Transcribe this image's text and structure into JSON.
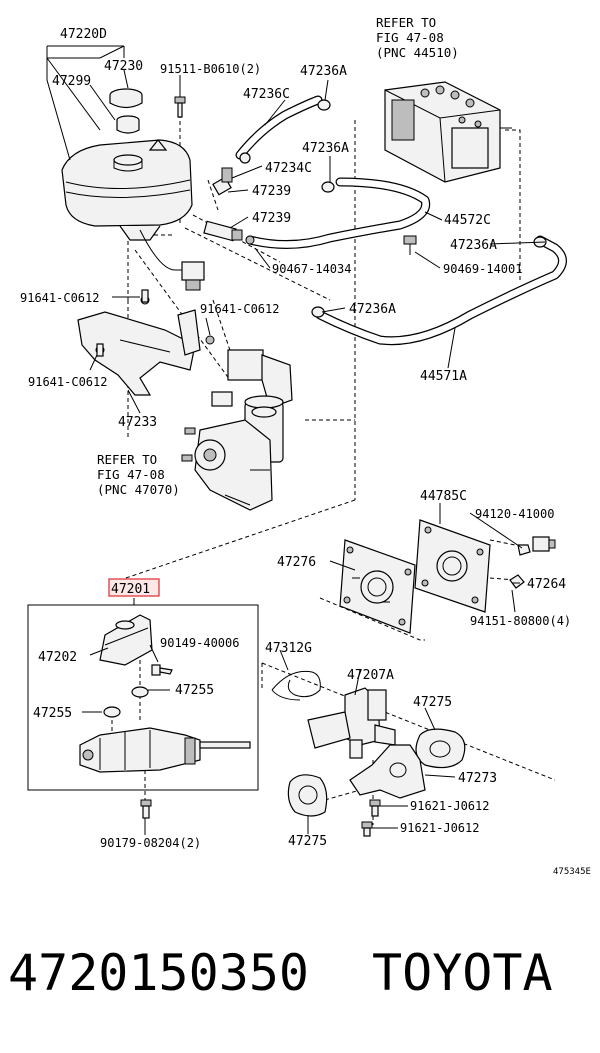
{
  "diagram": {
    "labels": {
      "p47220D": "47220D",
      "p47230": "47230",
      "p47299": "47299",
      "p91511": "91511-B0610(2)",
      "p47236A_1": "47236A",
      "p47236C": "47236C",
      "p47236A_2": "47236A",
      "p47234C": "47234C",
      "p47239_1": "47239",
      "p47239_2": "47239",
      "p44572C": "44572C",
      "p47236A_3": "47236A",
      "p90467": "90467-14034",
      "p90469": "90469-14001",
      "p91641_1": "91641-C0612",
      "p91641_2": "91641-C0612",
      "p91641_3": "91641-C0612",
      "p47236A_4": "47236A",
      "p44571A": "44571A",
      "p47233": "47233",
      "p44785C": "44785C",
      "p94120": "94120-41000",
      "p47276": "47276",
      "p47264": "47264",
      "p94151": "94151-80800(4)",
      "p47201": "47201",
      "p47202": "47202",
      "p90149": "90149-40006",
      "p47255_1": "47255",
      "p47255_2": "47255",
      "p47312G": "47312G",
      "p47207A": "47207A",
      "p47275_1": "47275",
      "p47273": "47273",
      "p91621_1": "91621-J0612",
      "p91621_2": "91621-J0612",
      "p47275_2": "47275",
      "p90179": "90179-08204(2)"
    },
    "refer1": {
      "line1": "REFER TO",
      "line2": "FIG 47-08",
      "line3": "(PNC 44510)"
    },
    "refer2": {
      "line1": "REFER TO",
      "line2": "FIG 47-08",
      "line3": "(PNC 47070)"
    },
    "figure_code": "475345E",
    "highlight_color": "#e0393e"
  },
  "footer": {
    "part_number": "4720150350",
    "brand": "TOYOTA"
  }
}
